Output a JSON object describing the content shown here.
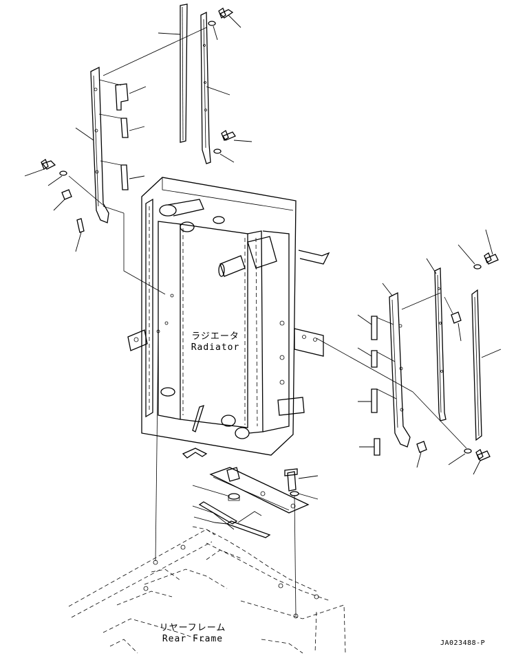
{
  "labels": {
    "radiator_ja": "ラジエータ",
    "radiator_en": "Radiator",
    "rear_frame_ja": "リヤーフレーム",
    "rear_frame_en": "Rear Frame",
    "drawing_number": "JA023488-P"
  },
  "colors": {
    "line": "#000000",
    "background": "#ffffff"
  }
}
